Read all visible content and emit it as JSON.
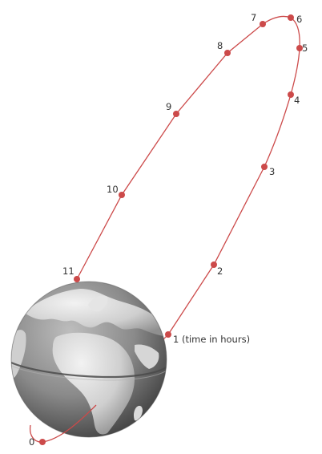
{
  "diagram": {
    "orbit_color": "#cc4a4a",
    "earth_base_color": "#8c8c8c",
    "earth_land_color": "#d9d9d9",
    "body": "earth-globe",
    "markers": [
      {
        "label": "0"
      },
      {
        "label": "1 (time in hours)"
      },
      {
        "label": "2"
      },
      {
        "label": "3"
      },
      {
        "label": "4"
      },
      {
        "label": "5"
      },
      {
        "label": "6"
      },
      {
        "label": "7"
      },
      {
        "label": "8"
      },
      {
        "label": "9"
      },
      {
        "label": "10"
      },
      {
        "label": "11"
      }
    ]
  }
}
